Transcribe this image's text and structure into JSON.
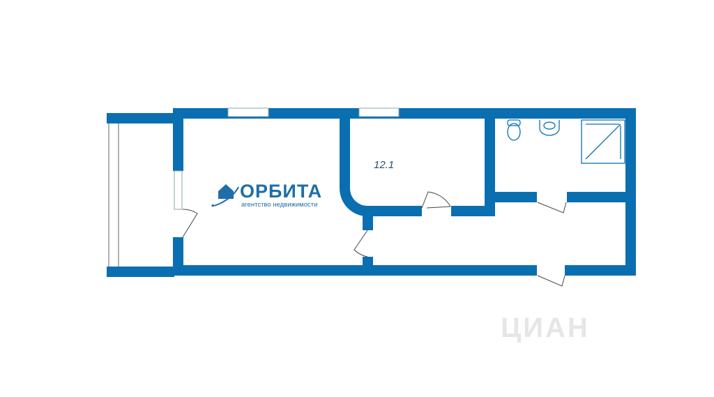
{
  "plan": {
    "wall_color": "#0a6fb0",
    "rooms": [
      {
        "name": "room-2",
        "area_label": "12.1"
      }
    ]
  },
  "logo": {
    "title": "ОРБИТА",
    "subtitle": "агентство недвижимости",
    "color": "#1f6ea8"
  },
  "watermark": {
    "text": "ЦИАН"
  }
}
